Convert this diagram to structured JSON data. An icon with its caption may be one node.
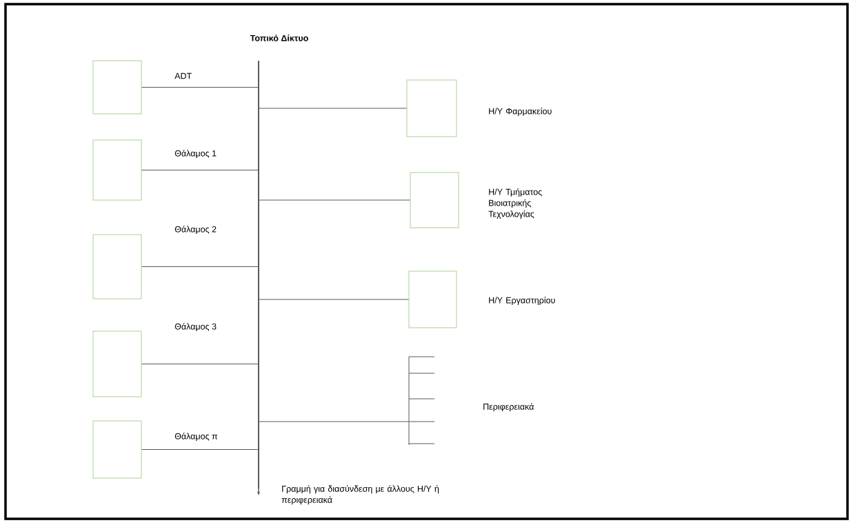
{
  "diagram": {
    "title": "Τοπικό Δίκτυο",
    "nodes": [
      {
        "text": [],
        "shape": "bar"
      },
      {
        "text": [],
        "shape": "box"
      },
      {
        "text": [],
        "shape": "box"
      },
      {
        "text": [],
        "shape": "box"
      },
      {
        "text": [],
        "shape": "box"
      },
      {
        "text": [],
        "shape": "box"
      },
      {
        "text": [],
        "shape": "box",
        "beside": [
          "Η/Υ Φαρμακείου"
        ]
      },
      {
        "text": [],
        "shape": "box",
        "beside": [
          "Η/Υ Τμήματος Βιοιατρικής Τεχνολογίας"
        ]
      },
      {
        "text": [],
        "shape": "box",
        "beside": [
          "Η/Υ Εργαστηρίου"
        ]
      },
      {
        "text": [],
        "shape": "comb"
      }
    ],
    "edges": [
      {
        "from": 1,
        "to": 0,
        "arrow": "none",
        "label": "ADT"
      },
      {
        "from": 2,
        "to": 0,
        "arrow": "none",
        "label": "Θάλαμος 1"
      },
      {
        "from": 3,
        "to": 0,
        "arrow": "none",
        "label": "Θάλαμος 2"
      },
      {
        "from": 4,
        "to": 0,
        "arrow": "none",
        "label": "Θάλαμος 3"
      },
      {
        "from": 5,
        "to": 0,
        "arrow": "none",
        "label": "Θάλαμος π"
      },
      {
        "from": 0,
        "to": 6,
        "arrow": "none"
      },
      {
        "from": 0,
        "to": 7,
        "arrow": "none"
      },
      {
        "from": 0,
        "to": 8,
        "arrow": "none"
      },
      {
        "from": 0,
        "to": 9,
        "arrow": "none"
      }
    ],
    "labels": [
      "Περιφερειακά",
      "Γραμμή για διασύνδεση με άλλους Η/Υ ή περιφερειακά"
    ]
  }
}
